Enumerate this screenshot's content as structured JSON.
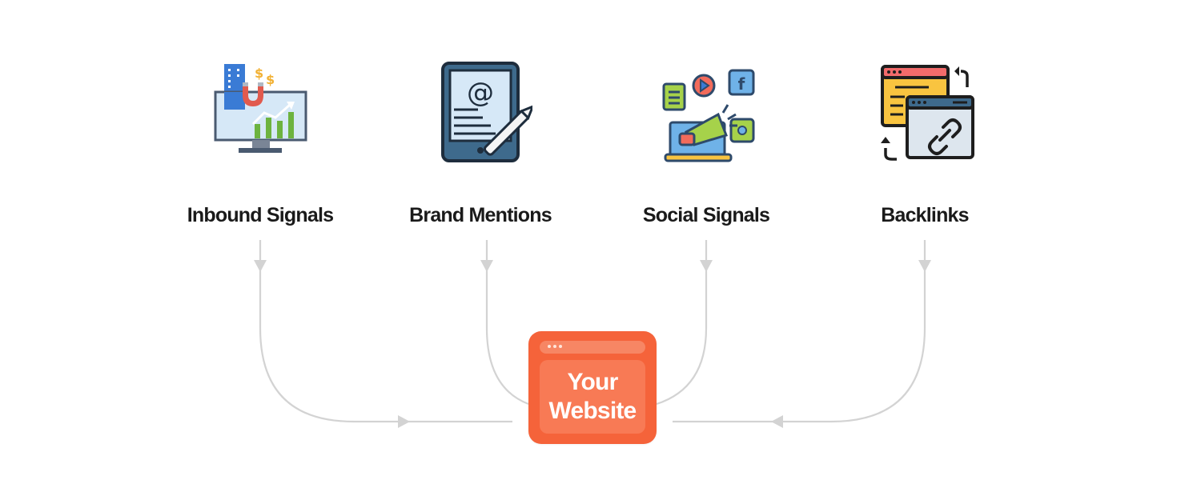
{
  "diagram": {
    "type": "flow-convergence",
    "sources": [
      {
        "id": "inbound",
        "label": "Inbound Signals",
        "icon": "monitor-chart-magnet-icon"
      },
      {
        "id": "brand",
        "label": "Brand Mentions",
        "icon": "tablet-email-pen-icon"
      },
      {
        "id": "social",
        "label": "Social Signals",
        "icon": "laptop-megaphone-social-icon"
      },
      {
        "id": "backlinks",
        "label": "Backlinks",
        "icon": "browser-link-icon"
      }
    ],
    "target": {
      "label": "Your\nWebsite",
      "icon": "browser-window-icon"
    },
    "edges": [
      {
        "from": "Inbound Signals",
        "to": "Your Website"
      },
      {
        "from": "Brand Mentions",
        "to": "Your Website"
      },
      {
        "from": "Social Signals",
        "to": "Your Website"
      },
      {
        "from": "Backlinks",
        "to": "Your Website"
      }
    ]
  },
  "colors": {
    "target_box": "#F5633A",
    "target_bar": "#F78664",
    "target_panel": "#F87A55",
    "connector": "#D3D3D3",
    "label_text": "#1A1A1A",
    "icon_outline": "#2E3D50",
    "icon_blue": "#3A7BD5",
    "icon_light_blue": "#D6E8F7",
    "icon_green": "#8BC34A",
    "icon_yellow": "#F9C440",
    "icon_red": "#F25C54",
    "icon_orange": "#F7B733"
  }
}
